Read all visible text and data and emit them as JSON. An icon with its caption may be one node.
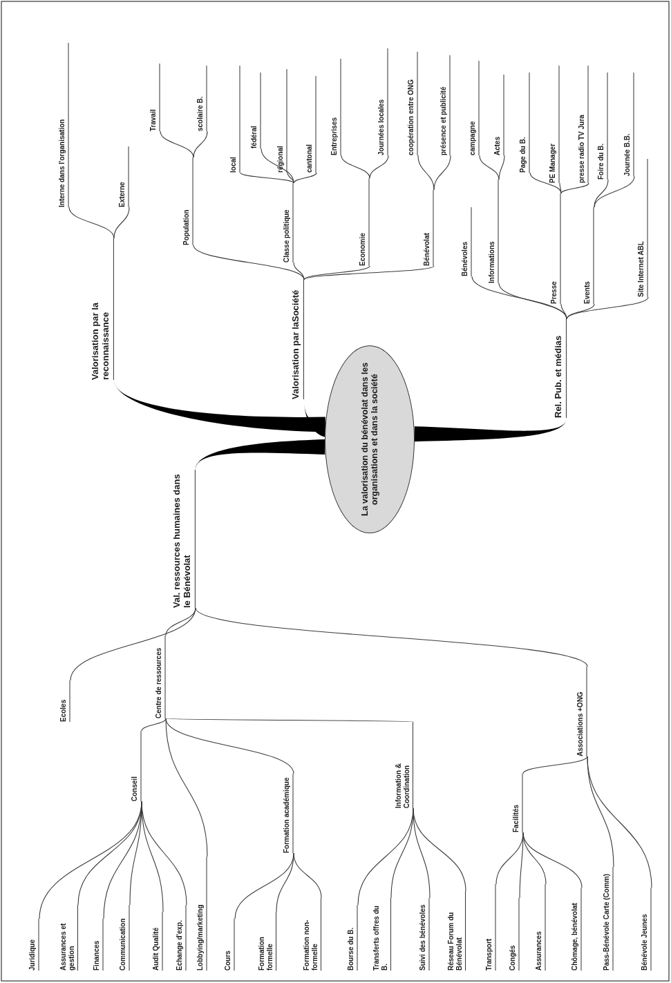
{
  "diagram": {
    "nodes": [
      {
        "text": [
          "La valorisation du bénévolat dans les organisations et dans la société"
        ]
      },
      {
        "text": [
          "Valorisation par la reconnaissance"
        ]
      },
      {
        "text": [
          "Interne dans l'organisation"
        ]
      },
      {
        "text": [
          "Externe"
        ]
      },
      {
        "text": [
          "Valorisation par laSociété"
        ]
      },
      {
        "text": [
          "Population"
        ]
      },
      {
        "text": [
          "Travail"
        ]
      },
      {
        "text": [
          "scolaire B."
        ]
      },
      {
        "text": [
          "Classe politique"
        ]
      },
      {
        "text": [
          "local"
        ]
      },
      {
        "text": [
          "fédéral"
        ]
      },
      {
        "text": [
          "régional"
        ]
      },
      {
        "text": [
          "cantonal"
        ]
      },
      {
        "text": [
          "Economie"
        ]
      },
      {
        "text": [
          "Entreprises"
        ]
      },
      {
        "text": [
          "Journées locales"
        ]
      },
      {
        "text": [
          "Bénévolat"
        ]
      },
      {
        "text": [
          "coopération entre ONG"
        ]
      },
      {
        "text": [
          "présence et publicité"
        ]
      },
      {
        "text": [
          "Rel. Pub. et médias"
        ]
      },
      {
        "text": [
          "Bénévoles"
        ]
      },
      {
        "text": [
          "Informations"
        ]
      },
      {
        "text": [
          "campagne"
        ]
      },
      {
        "text": [
          "Actes"
        ]
      },
      {
        "text": [
          "Presse"
        ]
      },
      {
        "text": [
          "Page du B."
        ]
      },
      {
        "text": [
          "PE Manager"
        ]
      },
      {
        "text": [
          "presse radio TV Jura"
        ]
      },
      {
        "text": [
          "Events"
        ]
      },
      {
        "text": [
          "Foire du B."
        ]
      },
      {
        "text": [
          "Journée B.B."
        ]
      },
      {
        "text": [
          "Site Internet ABL"
        ]
      },
      {
        "text": [
          "Val. ressources humaines dans le Bénévolat"
        ]
      },
      {
        "text": [
          "Ecoles"
        ]
      },
      {
        "text": [
          "Centre de ressources"
        ]
      },
      {
        "text": [
          "Conseil"
        ]
      },
      {
        "text": [
          "Juridique"
        ]
      },
      {
        "text": [
          "Assurances et gestion"
        ]
      },
      {
        "text": [
          "Finances"
        ]
      },
      {
        "text": [
          "Communication"
        ]
      },
      {
        "text": [
          "Audit Qualité"
        ]
      },
      {
        "text": [
          "Echange d'exp."
        ]
      },
      {
        "text": [
          "Lobbying/marketing"
        ]
      },
      {
        "text": [
          "Formation académique"
        ]
      },
      {
        "text": [
          "Cours"
        ]
      },
      {
        "text": [
          "Formation formelle"
        ]
      },
      {
        "text": [
          "Formation non-formelle"
        ]
      },
      {
        "text": [
          "Information & Coordination"
        ]
      },
      {
        "text": [
          "Bourse du B."
        ]
      },
      {
        "text": [
          "Transferts offres du B."
        ]
      },
      {
        "text": [
          "Suivi des bénévoles"
        ]
      },
      {
        "text": [
          "Réseau Forum du Bénévolat"
        ]
      },
      {
        "text": [
          "Associations +ONG"
        ]
      },
      {
        "text": [
          "Facilités"
        ]
      },
      {
        "text": [
          "Transport"
        ]
      },
      {
        "text": [
          "Congés"
        ]
      },
      {
        "text": [
          "Assurances"
        ]
      },
      {
        "text": [
          "Chômage, bénévolat"
        ]
      },
      {
        "text": [
          "Pass-Bénévole Carte (Comm)"
        ]
      },
      {
        "text": [
          "Bénévole Jeunes"
        ]
      }
    ],
    "edges": [
      {
        "from": 0,
        "to": 1,
        "arrow": "none",
        "style": "thick"
      },
      {
        "from": 1,
        "to": 2,
        "arrow": "none"
      },
      {
        "from": 1,
        "to": 3,
        "arrow": "none"
      },
      {
        "from": 0,
        "to": 4,
        "arrow": "none",
        "style": "thick"
      },
      {
        "from": 4,
        "to": 5,
        "arrow": "none"
      },
      {
        "from": 5,
        "to": 6,
        "arrow": "none"
      },
      {
        "from": 5,
        "to": 7,
        "arrow": "none"
      },
      {
        "from": 4,
        "to": 8,
        "arrow": "none"
      },
      {
        "from": 8,
        "to": 9,
        "arrow": "none"
      },
      {
        "from": 8,
        "to": 10,
        "arrow": "none"
      },
      {
        "from": 8,
        "to": 11,
        "arrow": "none"
      },
      {
        "from": 8,
        "to": 12,
        "arrow": "none"
      },
      {
        "from": 4,
        "to": 13,
        "arrow": "none"
      },
      {
        "from": 13,
        "to": 14,
        "arrow": "none"
      },
      {
        "from": 13,
        "to": 15,
        "arrow": "none"
      },
      {
        "from": 4,
        "to": 16,
        "arrow": "none"
      },
      {
        "from": 16,
        "to": 17,
        "arrow": "none"
      },
      {
        "from": 16,
        "to": 18,
        "arrow": "none"
      },
      {
        "from": 0,
        "to": 19,
        "arrow": "none",
        "style": "thick"
      },
      {
        "from": 19,
        "to": 20,
        "arrow": "none"
      },
      {
        "from": 19,
        "to": 21,
        "arrow": "none"
      },
      {
        "from": 21,
        "to": 22,
        "arrow": "none"
      },
      {
        "from": 21,
        "to": 23,
        "arrow": "none"
      },
      {
        "from": 19,
        "to": 24,
        "arrow": "none"
      },
      {
        "from": 24,
        "to": 25,
        "arrow": "none"
      },
      {
        "from": 24,
        "to": 26,
        "arrow": "none"
      },
      {
        "from": 24,
        "to": 27,
        "arrow": "none"
      },
      {
        "from": 19,
        "to": 28,
        "arrow": "none"
      },
      {
        "from": 28,
        "to": 29,
        "arrow": "none"
      },
      {
        "from": 28,
        "to": 30,
        "arrow": "none"
      },
      {
        "from": 19,
        "to": 31,
        "arrow": "none"
      },
      {
        "from": 0,
        "to": 32,
        "arrow": "none",
        "style": "thick"
      },
      {
        "from": 32,
        "to": 33,
        "arrow": "none"
      },
      {
        "from": 32,
        "to": 34,
        "arrow": "none"
      },
      {
        "from": 34,
        "to": 35,
        "arrow": "none"
      },
      {
        "from": 35,
        "to": 36,
        "arrow": "none"
      },
      {
        "from": 35,
        "to": 37,
        "arrow": "none"
      },
      {
        "from": 35,
        "to": 38,
        "arrow": "none"
      },
      {
        "from": 35,
        "to": 39,
        "arrow": "none"
      },
      {
        "from": 35,
        "to": 40,
        "arrow": "none"
      },
      {
        "from": 35,
        "to": 41,
        "arrow": "none"
      },
      {
        "from": 34,
        "to": 42,
        "arrow": "none"
      },
      {
        "from": 34,
        "to": 43,
        "arrow": "none"
      },
      {
        "from": 43,
        "to": 44,
        "arrow": "none"
      },
      {
        "from": 43,
        "to": 45,
        "arrow": "none"
      },
      {
        "from": 43,
        "to": 46,
        "arrow": "none"
      },
      {
        "from": 34,
        "to": 47,
        "arrow": "none"
      },
      {
        "from": 47,
        "to": 48,
        "arrow": "none"
      },
      {
        "from": 47,
        "to": 49,
        "arrow": "none"
      },
      {
        "from": 47,
        "to": 50,
        "arrow": "none"
      },
      {
        "from": 47,
        "to": 51,
        "arrow": "none"
      },
      {
        "from": 32,
        "to": 52,
        "arrow": "none"
      },
      {
        "from": 52,
        "to": 53,
        "arrow": "none"
      },
      {
        "from": 53,
        "to": 54,
        "arrow": "none"
      },
      {
        "from": 53,
        "to": 55,
        "arrow": "none"
      },
      {
        "from": 53,
        "to": 56,
        "arrow": "none"
      },
      {
        "from": 53,
        "to": 57,
        "arrow": "none"
      },
      {
        "from": 52,
        "to": 58,
        "arrow": "none"
      },
      {
        "from": 52,
        "to": 59,
        "arrow": "none"
      }
    ]
  }
}
